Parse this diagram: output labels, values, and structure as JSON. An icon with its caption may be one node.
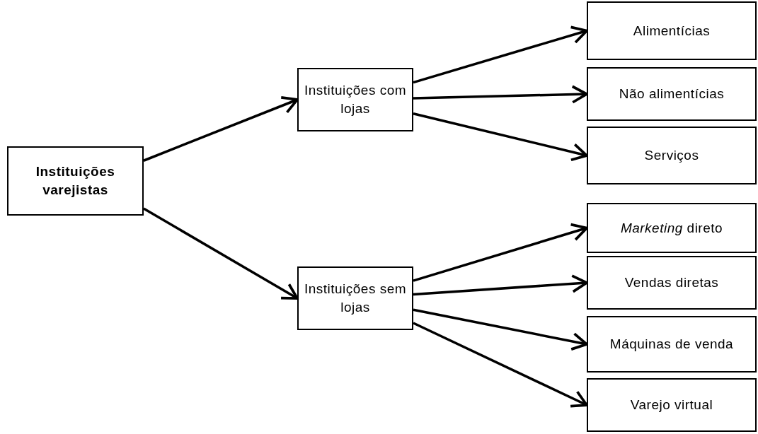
{
  "diagram": {
    "nodes": [
      {
        "text": [
          "Instituições varejistas"
        ]
      },
      {
        "text": [
          "Instituições com lojas"
        ]
      },
      {
        "text": [
          "Instituições sem lojas"
        ]
      },
      {
        "text": [
          "Alimentícias"
        ]
      },
      {
        "text": [
          "Não alimentícias"
        ]
      },
      {
        "text": [
          "Serviços"
        ]
      },
      {
        "text": [
          "*Marketing* direto"
        ]
      },
      {
        "text": [
          "Vendas diretas"
        ]
      },
      {
        "text": [
          "Máquinas de venda"
        ]
      },
      {
        "text": [
          "Varejo virtual"
        ]
      }
    ],
    "edges": [
      {
        "from": 0,
        "to": 1,
        "arrow": "to"
      },
      {
        "from": 0,
        "to": 2,
        "arrow": "to"
      },
      {
        "from": 1,
        "to": 3,
        "arrow": "to"
      },
      {
        "from": 1,
        "to": 4,
        "arrow": "to"
      },
      {
        "from": 1,
        "to": 5,
        "arrow": "to"
      },
      {
        "from": 2,
        "to": 6,
        "arrow": "to"
      },
      {
        "from": 2,
        "to": 7,
        "arrow": "to"
      },
      {
        "from": 2,
        "to": 8,
        "arrow": "to"
      },
      {
        "from": 2,
        "to": 9,
        "arrow": "to"
      }
    ]
  }
}
